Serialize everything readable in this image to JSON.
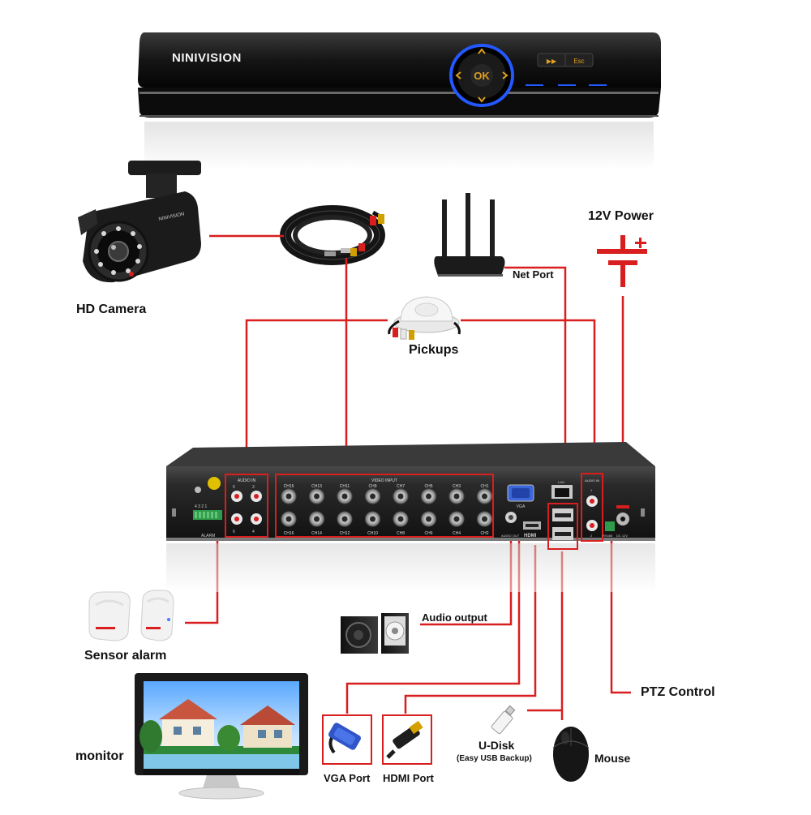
{
  "brand": {
    "name": "NINIVISION",
    "ok_label": "OK",
    "btn1_label": "▶▶",
    "btn2_label": "Esc"
  },
  "camera": {
    "brand": "NINIVISION"
  },
  "dvr_rear": {
    "audio_in_label": "AUDIO IN",
    "video_input_label": "VIDEO INPUT",
    "top_channels": [
      "CH15",
      "CH13",
      "CH11",
      "CH9",
      "CH7",
      "CH5",
      "CH3",
      "CH1"
    ],
    "bottom_channels": [
      "CH16",
      "CH14",
      "CH12",
      "CH10",
      "CH8",
      "CH6",
      "CH4",
      "CH2"
    ],
    "audio_in_top": [
      "5",
      "3"
    ],
    "audio_in_bottom": [
      "6",
      "4"
    ],
    "vga_label": "VGA",
    "lan_label": "LAN",
    "audio_out_label": "AUDIO OUT",
    "hdmi_label": "HDMI",
    "alarm_label": "ALARM",
    "alarm_pins": "4 3 2 1",
    "audio_in_right_label": "AUDIO IN",
    "audio_in_right_nums": [
      "1",
      "2"
    ],
    "dc_label": "DC 12V",
    "rs485_label": "RS485"
  },
  "labels": {
    "hd_camera": "HD Camera",
    "net_port": "Net Port",
    "power": "12V Power",
    "pickups": "Pickups",
    "sensor_alarm": "Sensor alarm",
    "audio_output": "Audio output",
    "ptz_control": "PTZ Control",
    "monitor": "monitor",
    "vga_port": "VGA Port",
    "hdmi_port": "HDMI Port",
    "u_disk": "U-Disk",
    "u_disk_sub": "(Easy USB Backup)",
    "mouse": "Mouse"
  },
  "colors": {
    "wire": "#d81e1e",
    "device": "#1c1c1c",
    "accent_blue": "#2458ff",
    "button_text": "#e0a020"
  }
}
